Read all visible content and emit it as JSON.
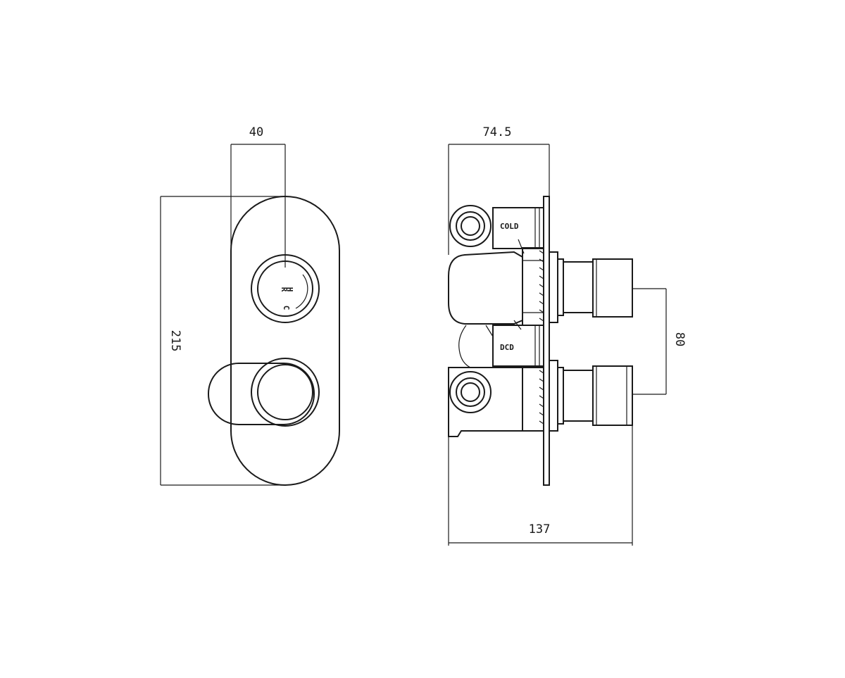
{
  "dimensions": {
    "front_width": "40",
    "front_height": "215",
    "side_depth_plate": "74.5",
    "side_depth_total": "137",
    "spindle_spacing": "80"
  },
  "labels": {
    "cold": "COLD",
    "dcd": "DCD",
    "dial_h": "H",
    "dial_c": "C",
    "dial_mark": "R"
  }
}
